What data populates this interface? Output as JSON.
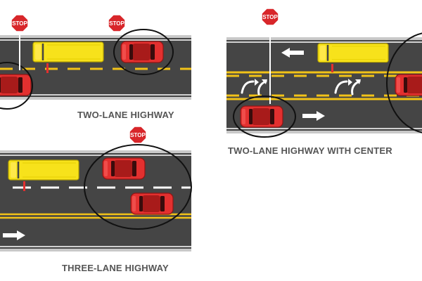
{
  "colors": {
    "road": "#454545",
    "road_edge": "#c9c9c9",
    "white_line": "#ffffff",
    "yellow_line": "#f2c318",
    "bus": "#f7e21b",
    "bus_outline": "#b8a400",
    "car": "#e3302f",
    "car_dark": "#8e1514",
    "stop_sign": "#d8262a",
    "circle": "#111111",
    "caption": "#555555"
  },
  "icons": {
    "stop_sign": "stop-sign-icon",
    "direction_arrow": "arrow-icon",
    "turn_arrows": "turn-arrows-icon"
  },
  "stop_sign_text": "STOP",
  "diagrams": [
    {
      "id": "two-lane",
      "caption": "TWO-LANE HIGHWAY"
    },
    {
      "id": "two-lane-center",
      "caption": "TWO-LANE HIGHWAY WITH CENTER"
    },
    {
      "id": "three-lane",
      "caption": "THREE-LANE HIGHWAY"
    }
  ]
}
